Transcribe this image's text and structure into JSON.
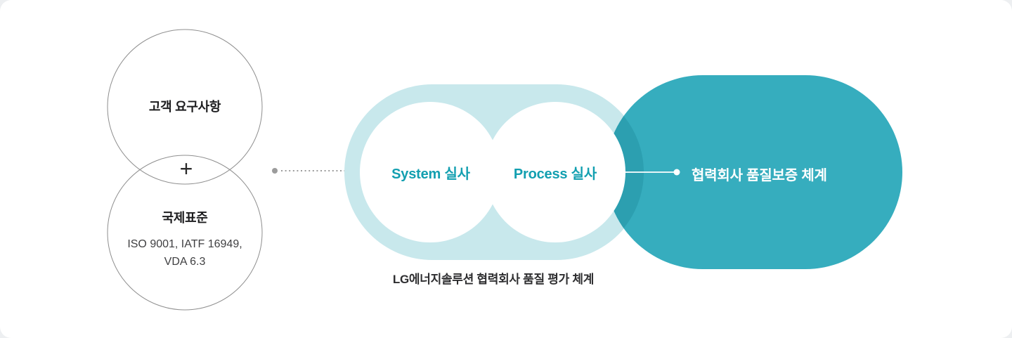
{
  "colors": {
    "light_pill": "#C8E8EC",
    "dark_pill": "#36ADBE",
    "overlap_crescent": "#2C9FB0",
    "accent_teal_text": "#129FB0",
    "connector_gray": "#9C9C9C",
    "circle_outline": "#8E8E8E",
    "text_dark": "#1C1C1E",
    "text_muted": "#3F3F41",
    "caption_text": "#2E2E30",
    "white": "#FFFFFF"
  },
  "venn": {
    "top_circle_label": "고객 요구사항",
    "plus_symbol": "+",
    "bottom_circle_title": "국제표준",
    "bottom_circle_subtitle_line1": "ISO 9001, IATF 16949,",
    "bottom_circle_subtitle_line2": "VDA 6.3"
  },
  "audit": {
    "system_label": "System 실사",
    "process_label": "Process 실사",
    "caption": "LG에너지솔루션 협력회사 품질 평가 체계"
  },
  "result": {
    "label": "협력회사 품질보증 체계"
  }
}
